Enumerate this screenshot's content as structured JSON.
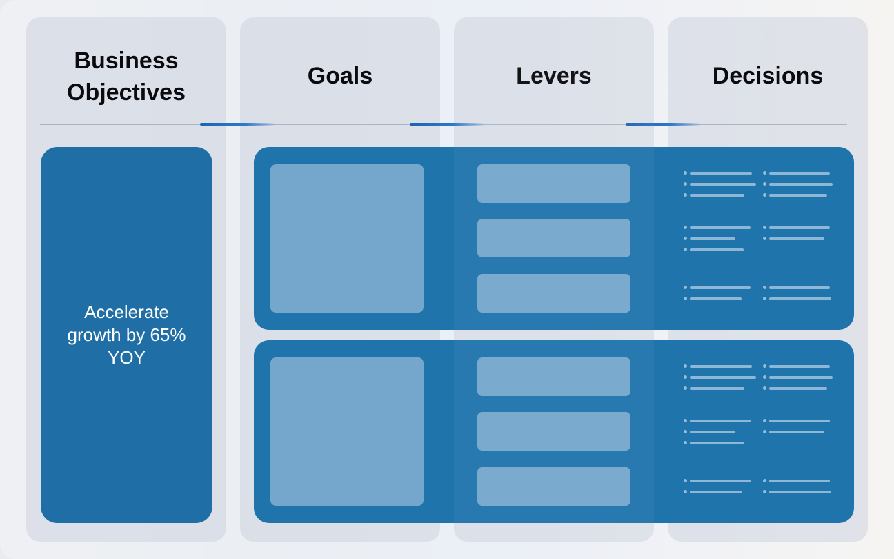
{
  "columns": {
    "business_objectives": "Business Objectives",
    "goals": "Goals",
    "levers": "Levers",
    "decisions": "Decisions"
  },
  "objective": {
    "text": "Accelerate growth by 65% YOY"
  },
  "colors": {
    "band": "#1f74ac",
    "objective_card": "#1f6fa6",
    "placeholder": "#b4cde4",
    "accent": "#1f63b3"
  }
}
